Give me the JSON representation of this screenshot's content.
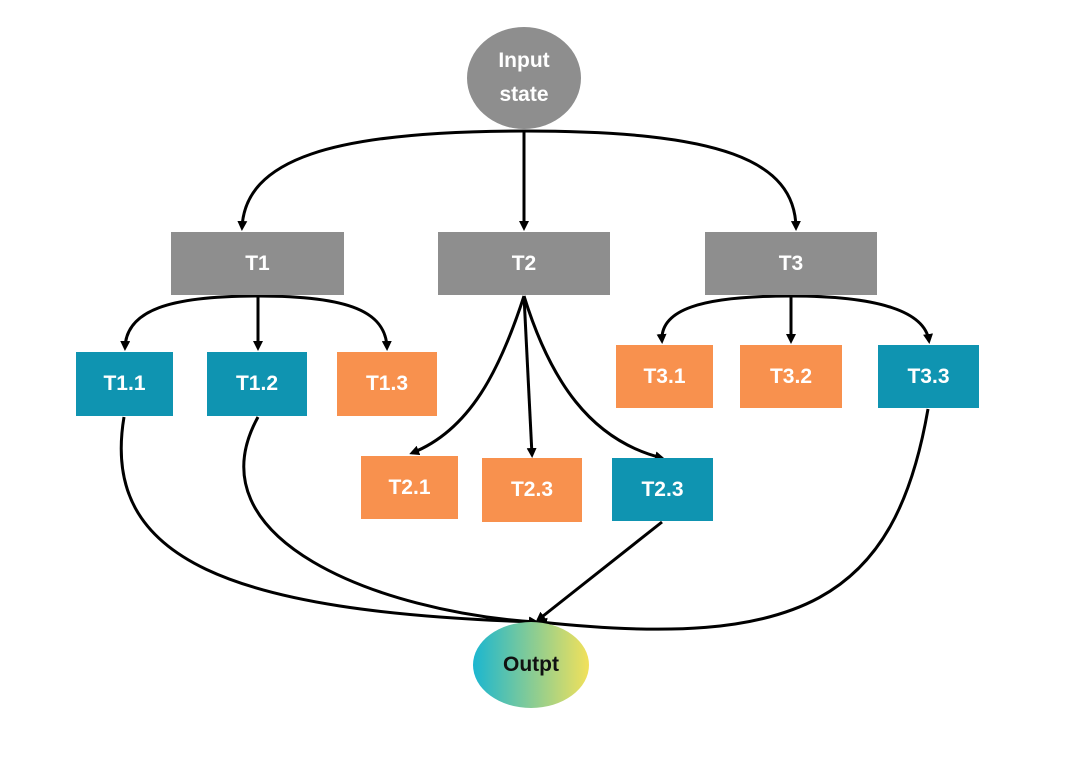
{
  "colors": {
    "gray": "#8e8e8e",
    "teal": "#0f94b1",
    "orange": "#f8914e",
    "output_gradient_start": "#1bb6d0",
    "output_gradient_end": "#f2e15a",
    "arrow": "#000000"
  },
  "nodes": {
    "input": {
      "line1": "Input",
      "line2": "state"
    },
    "t1": "T1",
    "t2": "T2",
    "t3": "T3",
    "t1_1": "T1.1",
    "t1_2": "T1.2",
    "t1_3": "T1.3",
    "t2_1": "T2.1",
    "t2_3a": "T2.3",
    "t2_3b": "T2.3",
    "t3_1": "T3.1",
    "t3_2": "T3.2",
    "t3_3": "T3.3",
    "output": "Outpt"
  },
  "edges": [
    {
      "from": "input",
      "to": "t1"
    },
    {
      "from": "input",
      "to": "t2"
    },
    {
      "from": "input",
      "to": "t3"
    },
    {
      "from": "t1",
      "to": "t1_1"
    },
    {
      "from": "t1",
      "to": "t1_2"
    },
    {
      "from": "t1",
      "to": "t1_3"
    },
    {
      "from": "t2",
      "to": "t2_1"
    },
    {
      "from": "t2",
      "to": "t2_3a"
    },
    {
      "from": "t2",
      "to": "t2_3b"
    },
    {
      "from": "t3",
      "to": "t3_1"
    },
    {
      "from": "t3",
      "to": "t3_2"
    },
    {
      "from": "t3",
      "to": "t3_3"
    },
    {
      "from": "t1_1",
      "to": "output"
    },
    {
      "from": "t1_2",
      "to": "output"
    },
    {
      "from": "t2_3b",
      "to": "output"
    },
    {
      "from": "t3_3",
      "to": "output"
    }
  ]
}
